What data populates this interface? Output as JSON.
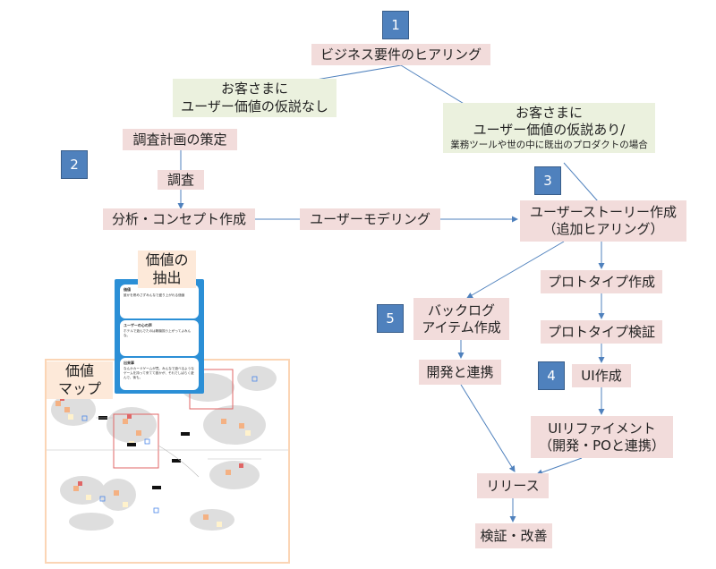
{
  "steps": {
    "s1": "1",
    "s2": "2",
    "s3": "3",
    "s4": "4",
    "s5": "5"
  },
  "nodes": {
    "hearing": "ビジネス要件のヒアリング",
    "no_hypothesis_1": "お客さまに",
    "no_hypothesis_2": "ユーザー価値の仮説なし",
    "has_hypothesis_1": "お客さまに",
    "has_hypothesis_2": "ユーザー価値の仮説あり/",
    "has_hypothesis_3": "業務ツールや世の中に既出のプロダクトの場合",
    "plan": "調査計画の策定",
    "research": "調査",
    "analysis": "分析・コンセプト作成",
    "modeling": "ユーザーモデリング",
    "story_1": "ユーザーストーリー作成",
    "story_2": "（追加ヒアリング）",
    "prototype": "プロトタイプ作成",
    "proto_verify": "プロトタイプ検証",
    "ui": "UI作成",
    "refine_1": "UIリファイメント",
    "refine_2": "（開発・POと連携）",
    "backlog_1": "バックログ",
    "backlog_2": "アイテム作成",
    "dev": "開発と連携",
    "release": "リリース",
    "verify": "検証・改善"
  },
  "value_extraction": {
    "label_1": "価値の",
    "label_2": "抽出",
    "cards": [
      {
        "title": "価値",
        "text": "誰かを褒めさずみんなで盛り上がれる価値"
      },
      {
        "title": "ユーザーの心の声",
        "text": "ホテルで遊んでたのは戦機揃う上がってよみんな。"
      },
      {
        "title": "出来事",
        "text": "なんかカードゲームが買。みんなで遊べるようなゲームを持って来てて誰かが、それでしばらく遊んで、後も。"
      }
    ]
  },
  "value_map": {
    "label_1": "価値",
    "label_2": "マップ"
  },
  "colors": {
    "pink": "#f2dcdb",
    "green": "#ebf1de",
    "step_blue": "#4f81bd",
    "arrow": "#4f81bd",
    "card_blue": "#2b8fd6"
  }
}
